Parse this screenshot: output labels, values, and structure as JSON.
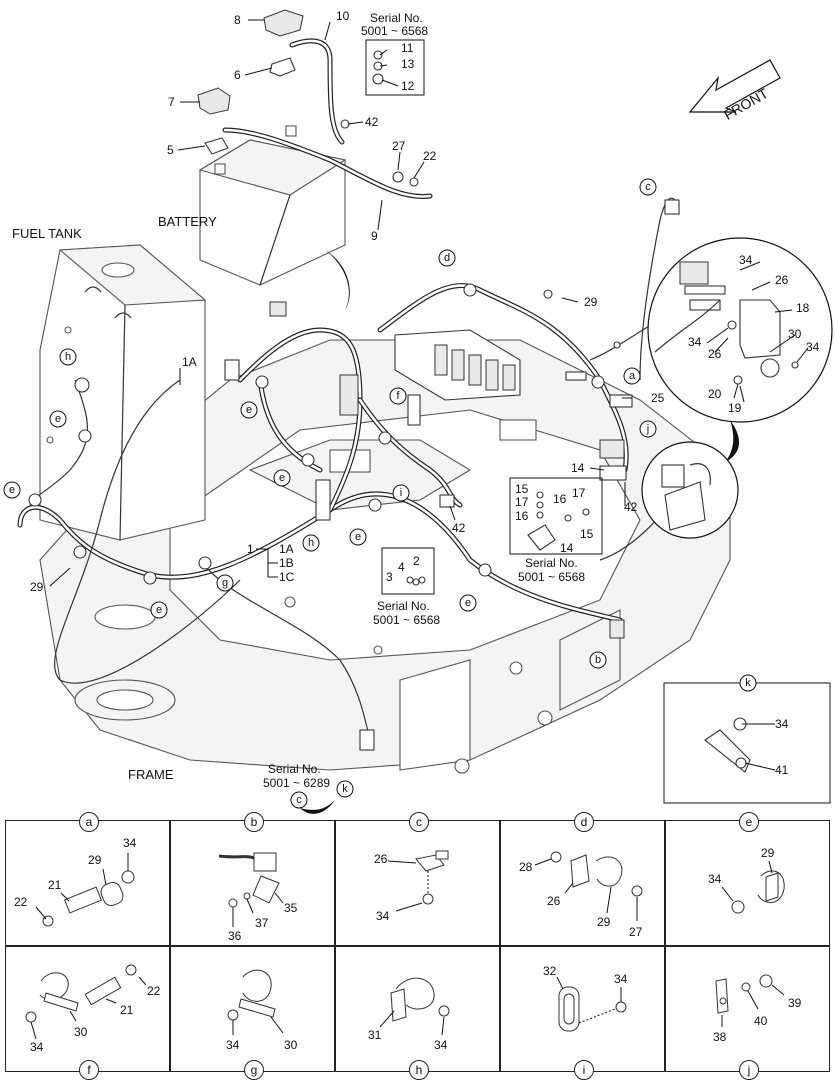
{
  "header": {
    "front_label": "FRONT",
    "serial_top": {
      "title": "Serial No.",
      "range": "5001 ~ 6568"
    }
  },
  "labels": {
    "battery": "BATTERY",
    "fuel_tank": "FUEL TANK",
    "frame": "FRAME"
  },
  "serial_boxes": {
    "parts_14_17": {
      "title": "Serial No.",
      "range": "5001 ~ 6568"
    },
    "parts_2_4": {
      "title": "Serial No.",
      "range": "5001 ~ 6568"
    },
    "bottom_c": {
      "title": "Serial No.",
      "range": "5001 ~ 6289"
    }
  },
  "part_numbers": {
    "n8": "8",
    "n10": "10",
    "n11": "11",
    "n13": "13",
    "n12": "12",
    "n6": "6",
    "n7": "7",
    "n42a": "42",
    "n5": "5",
    "n27": "27",
    "n22": "22",
    "n9": "9",
    "n34a": "34",
    "n26a": "26",
    "n18": "18",
    "n30a": "30",
    "n34b": "34",
    "n34c": "34",
    "n26b": "26",
    "n20": "20",
    "n19": "19",
    "n29a": "29",
    "n1A": "1A",
    "n25": "25",
    "n14a": "14",
    "n42b": "42",
    "n42c": "42",
    "n15a": "15",
    "n17a": "17",
    "n16a": "16",
    "n16b": "16",
    "n17b": "17",
    "n15b": "15",
    "n14b": "14",
    "n1": "1",
    "n1A2": "1A",
    "n1B": "1B",
    "n1C": "1C",
    "n2": "2",
    "n3": "3",
    "n4": "4",
    "n29b": "29",
    "n34k": "34",
    "n41": "41"
  },
  "callouts": {
    "a": "a",
    "b": "b",
    "c": "c",
    "d": "d",
    "e": "e",
    "f": "f",
    "g": "g",
    "h": "h",
    "i": "i",
    "j": "j",
    "k": "k"
  },
  "details": [
    {
      "id": "a",
      "parts": [
        "29",
        "34",
        "22",
        "21"
      ]
    },
    {
      "id": "b",
      "parts": [
        "35",
        "37",
        "36"
      ]
    },
    {
      "id": "c",
      "parts": [
        "26",
        "34"
      ]
    },
    {
      "id": "d",
      "parts": [
        "28",
        "26",
        "29",
        "27"
      ]
    },
    {
      "id": "e",
      "parts": [
        "29",
        "34"
      ]
    },
    {
      "id": "f",
      "parts": [
        "22",
        "21",
        "30",
        "34"
      ]
    },
    {
      "id": "g",
      "parts": [
        "30",
        "34"
      ]
    },
    {
      "id": "h",
      "parts": [
        "31",
        "34"
      ]
    },
    {
      "id": "i",
      "parts": [
        "32",
        "34"
      ]
    },
    {
      "id": "j",
      "parts": [
        "39",
        "40",
        "38"
      ]
    }
  ]
}
